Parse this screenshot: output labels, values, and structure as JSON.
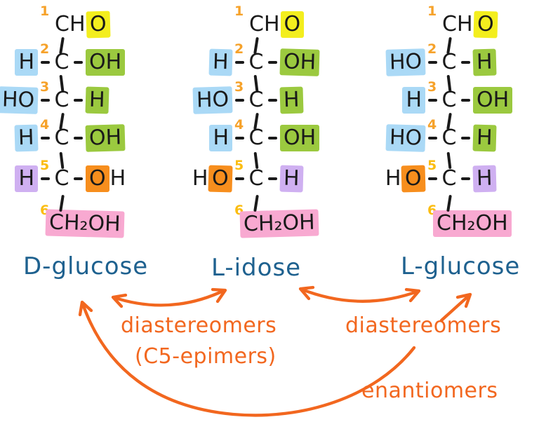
{
  "palette": {
    "ink": "#1a1a1a",
    "label_blue": "#1e618f",
    "annot_orange": "#f2671f",
    "num_amber": "#f6a22a",
    "num_gold": "#fbbd12",
    "hl_yellow": "#f3ee1e",
    "hl_green": "#9bc93f",
    "hl_blue": "#aad9f6",
    "hl_purple": "#cfb0f1",
    "hl_orange": "#f78e1d",
    "hl_pink": "#f8a9d1"
  },
  "molecules": [
    {
      "name": "D-glucose",
      "rows": [
        {
          "kind": "end",
          "num": "1",
          "num_color": "num_amber",
          "segments": [
            {
              "t": "CH"
            },
            {
              "t": "O",
              "bg": "hl_yellow"
            }
          ]
        },
        {
          "kind": "mid",
          "num": "2",
          "num_color": "num_amber",
          "left": [
            {
              "t": "H",
              "bg": "hl_blue"
            }
          ],
          "right": [
            {
              "t": "OH",
              "bg": "hl_green"
            }
          ]
        },
        {
          "kind": "mid",
          "num": "3",
          "num_color": "num_amber",
          "left": [
            {
              "t": "HO",
              "bg": "hl_blue"
            }
          ],
          "right": [
            {
              "t": "H",
              "bg": "hl_green"
            }
          ]
        },
        {
          "kind": "mid",
          "num": "4",
          "num_color": "num_amber",
          "left": [
            {
              "t": "H",
              "bg": "hl_blue"
            }
          ],
          "right": [
            {
              "t": "OH",
              "bg": "hl_green"
            }
          ]
        },
        {
          "kind": "mid",
          "num": "5",
          "num_color": "num_gold",
          "left": [
            {
              "t": "H",
              "bg": "hl_purple"
            }
          ],
          "right": [
            {
              "t": "O",
              "bg": "hl_orange"
            },
            {
              "t": "H"
            }
          ]
        },
        {
          "kind": "end",
          "num": "6",
          "num_color": "num_gold",
          "segments": [
            {
              "t": "CH₂OH",
              "bg": "hl_pink"
            }
          ]
        }
      ]
    },
    {
      "name": "L-idose",
      "rows": [
        {
          "kind": "end",
          "num": "1",
          "num_color": "num_amber",
          "segments": [
            {
              "t": "CH"
            },
            {
              "t": "O",
              "bg": "hl_yellow"
            }
          ]
        },
        {
          "kind": "mid",
          "num": "2",
          "num_color": "num_amber",
          "left": [
            {
              "t": "H",
              "bg": "hl_blue"
            }
          ],
          "right": [
            {
              "t": "OH",
              "bg": "hl_green"
            }
          ]
        },
        {
          "kind": "mid",
          "num": "3",
          "num_color": "num_amber",
          "left": [
            {
              "t": "HO",
              "bg": "hl_blue"
            }
          ],
          "right": [
            {
              "t": "H",
              "bg": "hl_green"
            }
          ]
        },
        {
          "kind": "mid",
          "num": "4",
          "num_color": "num_amber",
          "left": [
            {
              "t": "H",
              "bg": "hl_blue"
            }
          ],
          "right": [
            {
              "t": "OH",
              "bg": "hl_green"
            }
          ]
        },
        {
          "kind": "mid",
          "num": "5",
          "num_color": "num_gold",
          "left": [
            {
              "t": "H"
            },
            {
              "t": "O",
              "bg": "hl_orange"
            }
          ],
          "right": [
            {
              "t": "H",
              "bg": "hl_purple"
            }
          ]
        },
        {
          "kind": "end",
          "num": "6",
          "num_color": "num_gold",
          "segments": [
            {
              "t": "CH₂OH",
              "bg": "hl_pink"
            }
          ]
        }
      ]
    },
    {
      "name": "L-glucose",
      "rows": [
        {
          "kind": "end",
          "num": "1",
          "num_color": "num_amber",
          "segments": [
            {
              "t": "CH"
            },
            {
              "t": "O",
              "bg": "hl_yellow"
            }
          ]
        },
        {
          "kind": "mid",
          "num": "2",
          "num_color": "num_amber",
          "left": [
            {
              "t": "HO",
              "bg": "hl_blue"
            }
          ],
          "right": [
            {
              "t": "H",
              "bg": "hl_green"
            }
          ]
        },
        {
          "kind": "mid",
          "num": "3",
          "num_color": "num_amber",
          "left": [
            {
              "t": "H",
              "bg": "hl_blue"
            }
          ],
          "right": [
            {
              "t": "OH",
              "bg": "hl_green"
            }
          ]
        },
        {
          "kind": "mid",
          "num": "4",
          "num_color": "num_amber",
          "left": [
            {
              "t": "HO",
              "bg": "hl_blue"
            }
          ],
          "right": [
            {
              "t": "H",
              "bg": "hl_green"
            }
          ]
        },
        {
          "kind": "mid",
          "num": "5",
          "num_color": "num_gold",
          "left": [
            {
              "t": "H"
            },
            {
              "t": "O",
              "bg": "hl_orange"
            }
          ],
          "right": [
            {
              "t": "H",
              "bg": "hl_purple"
            }
          ]
        },
        {
          "kind": "end",
          "num": "6",
          "num_color": "num_gold",
          "segments": [
            {
              "t": "CH₂OH",
              "bg": "hl_pink"
            }
          ]
        }
      ]
    }
  ],
  "relations": {
    "diastereomers_left": "diastereomers",
    "c5_epimers": "(C5-epimers)",
    "diastereomers_right": "diastereomers",
    "enantiomers": "enantiomers"
  }
}
